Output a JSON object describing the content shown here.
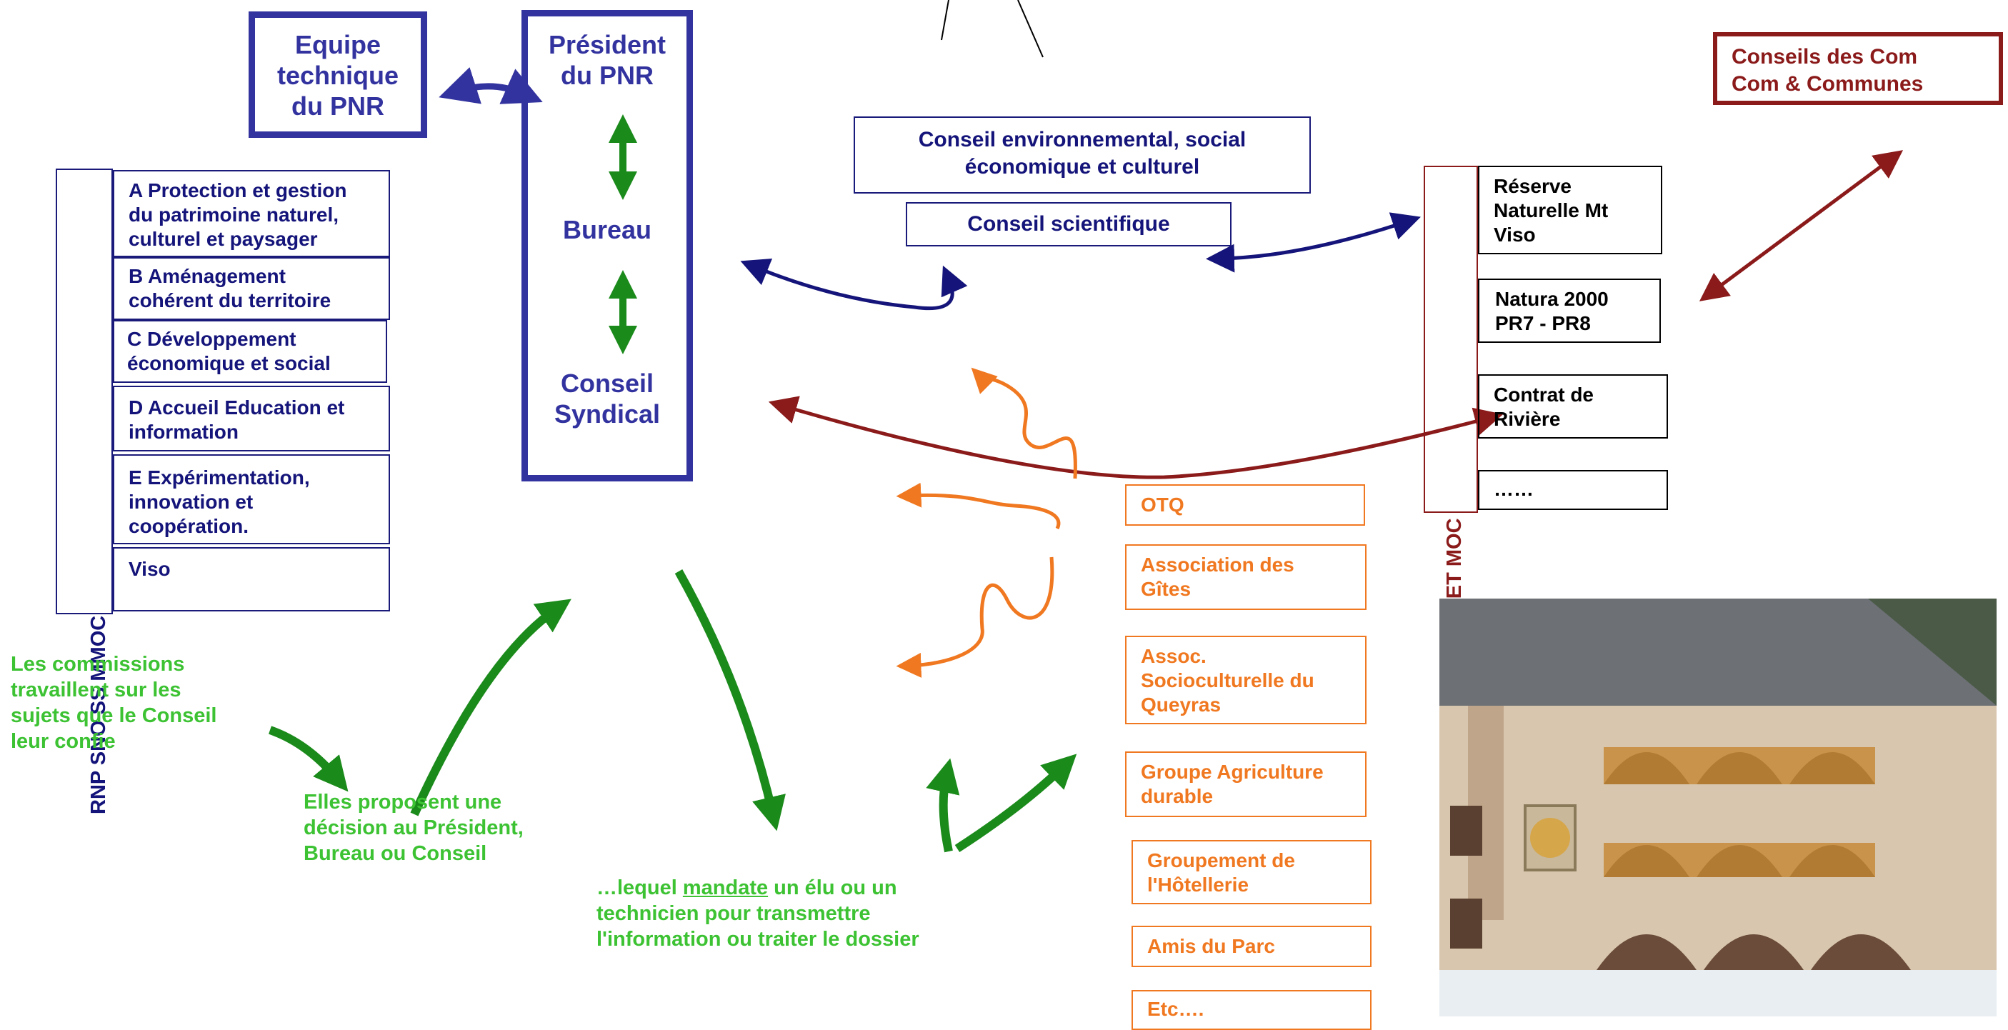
{
  "pnr": {
    "equipe": [
      "Equipe",
      "technique",
      "du PNR"
    ],
    "president": [
      "Président",
      "du PNR"
    ],
    "bureau": "Bureau",
    "conseil_syndical": [
      "Conseil",
      "Syndical"
    ]
  },
  "commissions": {
    "vertical_label": "RNP SNO SS MMOC",
    "items": [
      [
        "A Protection et gestion",
        "du patrimoine naturel,",
        "culturel et paysager"
      ],
      [
        "B Aménagement",
        "cohérent du territoire"
      ],
      [
        "C Développement",
        "économique et social"
      ],
      [
        "D Accueil Education et",
        "information"
      ],
      [
        "E Expérimentation,",
        "innovation et",
        "coopération."
      ],
      [
        "Viso"
      ]
    ]
  },
  "conseils": {
    "environnemental": [
      "Conseil environnemental, social",
      "économique et  culturel"
    ],
    "scientifique": "Conseil  scientifique"
  },
  "comcom": [
    "Conseils des Com",
    "Com  & Communes"
  ],
  "partenaires": {
    "vertical_label": "EGAT CLIPed SET MOC",
    "items": [
      [
        "Réserve",
        "Naturelle Mt",
        "Viso"
      ],
      [
        "Natura 2000",
        "PR7 - PR8"
      ],
      [
        "Contrat de",
        "Rivière"
      ],
      [
        "……"
      ]
    ]
  },
  "associations": [
    [
      "OTQ"
    ],
    [
      "Association des",
      "Gîtes"
    ],
    [
      "Assoc.",
      "Socioculturelle du",
      "Queyras"
    ],
    [
      "Groupe Agriculture",
      "durable"
    ],
    [
      "Groupement de",
      "l'Hôtellerie"
    ],
    [
      "Amis du Parc"
    ],
    [
      "Etc…."
    ]
  ],
  "process": {
    "step1": [
      "Les commissions",
      "travaillent sur les",
      "sujets que le Conseil",
      "leur confie"
    ],
    "step2": [
      "Elles proposent une",
      "décision au Président,",
      "Bureau ou Conseil"
    ],
    "step3_pre": "…lequel ",
    "step3_underlined": "mandate",
    "step3_post": " un élu ou un",
    "step3_rest": [
      "technicien pour transmettre",
      "l'information ou traiter le dossier"
    ]
  },
  "colors": {
    "pnr_blue": "#3333a0",
    "navy": "#14147a",
    "dark_red": "#8b1a1a",
    "orange": "#f07820",
    "green_arrow": "#1a8a1a",
    "green_text": "#3cc232"
  }
}
